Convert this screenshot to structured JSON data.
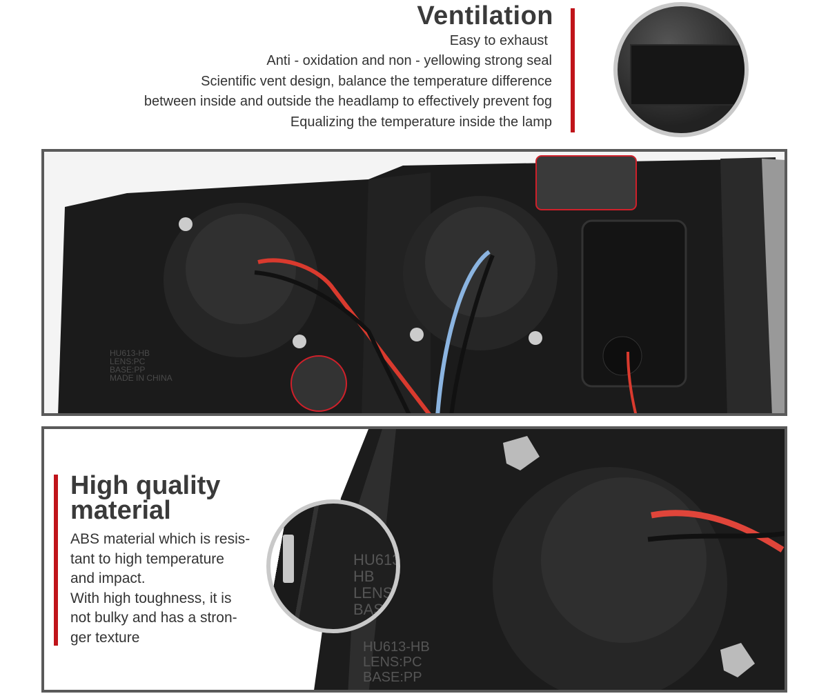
{
  "ventilation": {
    "title": "Ventilation",
    "lines": [
      "Easy to exhaust",
      "Anti - oxidation and non - yellowing strong seal",
      "Scientific vent design, balance the temperature difference",
      "between inside and outside the headlamp to effectively prevent fog",
      "Equalizing the temperature inside the lamp"
    ]
  },
  "material": {
    "title_line1": "High quality",
    "title_line2": "material",
    "lines": [
      "ABS material which is resis-",
      "tant to high temperature",
      "and impact.",
      "With high toughness, it is",
      "not bulky and has a stron-",
      "ger texture"
    ]
  },
  "housing_markings": [
    "HU613-HB",
    "LENS:PC",
    "BASE:PP",
    "MADE IN CHINA"
  ],
  "colors": {
    "accent_red": "#c0141a",
    "heading": "#3a3a3a",
    "housing": "#1c1c1c"
  }
}
